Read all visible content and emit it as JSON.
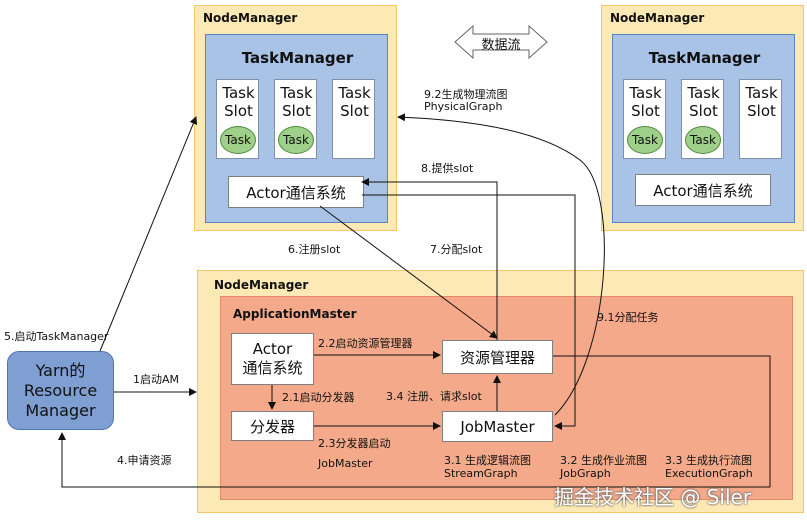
{
  "legend": {
    "data_flow": "数据流"
  },
  "node_left": {
    "title": "NodeManager",
    "taskmanager": "TaskManager",
    "slots": [
      {
        "label": "Task\nSlot",
        "task": "Task"
      },
      {
        "label": "Task\nSlot",
        "task": "Task"
      },
      {
        "label": "Task\nSlot",
        "task": ""
      }
    ],
    "actor": "Actor通信系统"
  },
  "node_right": {
    "title": "NodeManager",
    "taskmanager": "TaskManager",
    "slots": [
      {
        "label": "Task\nSlot",
        "task": "Task"
      },
      {
        "label": "Task\nSlot",
        "task": "Task"
      },
      {
        "label": "Task\nSlot",
        "task": ""
      }
    ],
    "actor": "Actor通信系统"
  },
  "node_bottom": {
    "title": "NodeManager",
    "app_master": "ApplicationMaster",
    "actor": "Actor\n通信系统",
    "dispatcher": "分发器",
    "resource_manager": "资源管理器",
    "job_master": "JobMaster"
  },
  "yarn": {
    "label": "Yarn的\nResource\nManager"
  },
  "steps": {
    "s1": "1启动AM",
    "s2_1": "2.1启动分发器",
    "s2_2": "2.2启动资源管理器",
    "s2_3a": "2.3分发器启动",
    "s2_3b": "JobMaster",
    "s3_1a": "3.1 生成逻辑流图",
    "s3_1b": "StreamGraph",
    "s3_2a": "3.2 生成作业流图",
    "s3_2b": "JobGraph",
    "s3_3a": "3.3 生成执行流图",
    "s3_3b": "ExecutionGraph",
    "s3_4": "3.4 注册、请求slot",
    "s4": "4.申请资源",
    "s5": "5.启动TaskManager",
    "s6": "6.注册slot",
    "s7": "7.分配slot",
    "s8": "8.提供slot",
    "s9_1": "9.1分配任务",
    "s9_2a": "9.2生成物理流图",
    "s9_2b": "PhysicalGraph"
  },
  "watermark": "掘金技术社区 @ Siler"
}
